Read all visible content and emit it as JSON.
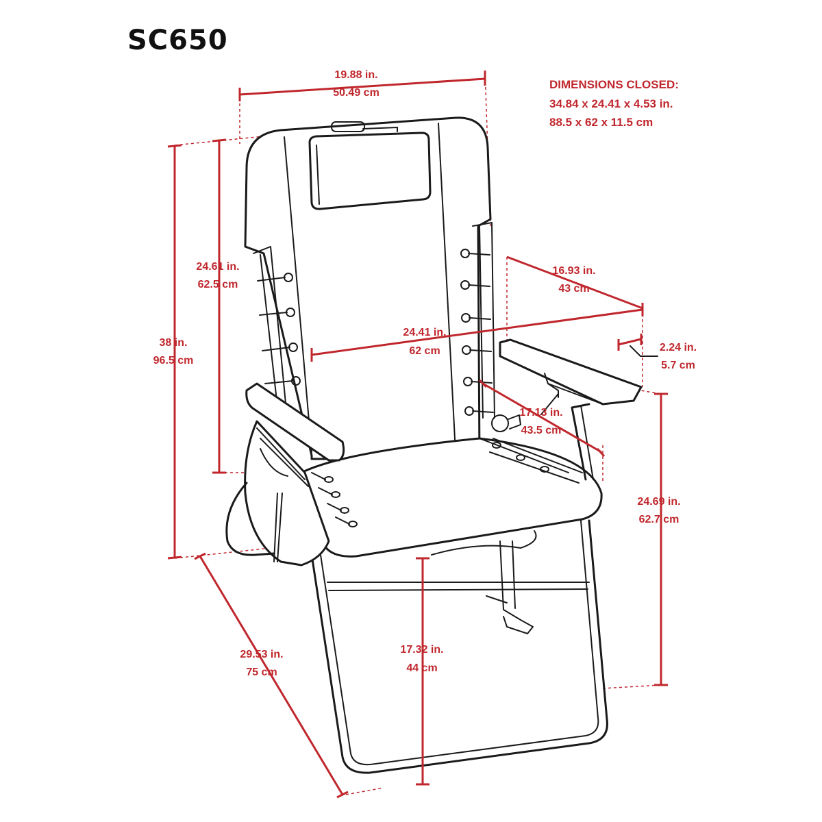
{
  "model": "SC650",
  "closed": {
    "heading": "DIMENSIONS CLOSED:",
    "imperial": "34.84  x  24.41  x  4.53 in.",
    "metric": "88.5  x  62  x  11.5 cm"
  },
  "dimensions": {
    "top_width": {
      "in": "19.88 in.",
      "cm": "50.49 cm"
    },
    "back_height": {
      "in": "24.61 in.",
      "cm": "62.5 cm"
    },
    "total_height": {
      "in": "38 in.",
      "cm": "96.5 cm"
    },
    "arm_length": {
      "in": "16.93 in.",
      "cm": "43 cm"
    },
    "total_width": {
      "in": "24.41 in.",
      "cm": "62 cm"
    },
    "arm_width": {
      "in": "2.24 in.",
      "cm": "5.7 cm"
    },
    "seat_depth": {
      "in": "17.13 in.",
      "cm": "43.5 cm"
    },
    "arm_height": {
      "in": "24.69 in.",
      "cm": "62.7 cm"
    },
    "seat_height": {
      "in": "17.32 in.",
      "cm": "44 cm"
    },
    "depth": {
      "in": "29.53 in.",
      "cm": "75 cm"
    }
  }
}
